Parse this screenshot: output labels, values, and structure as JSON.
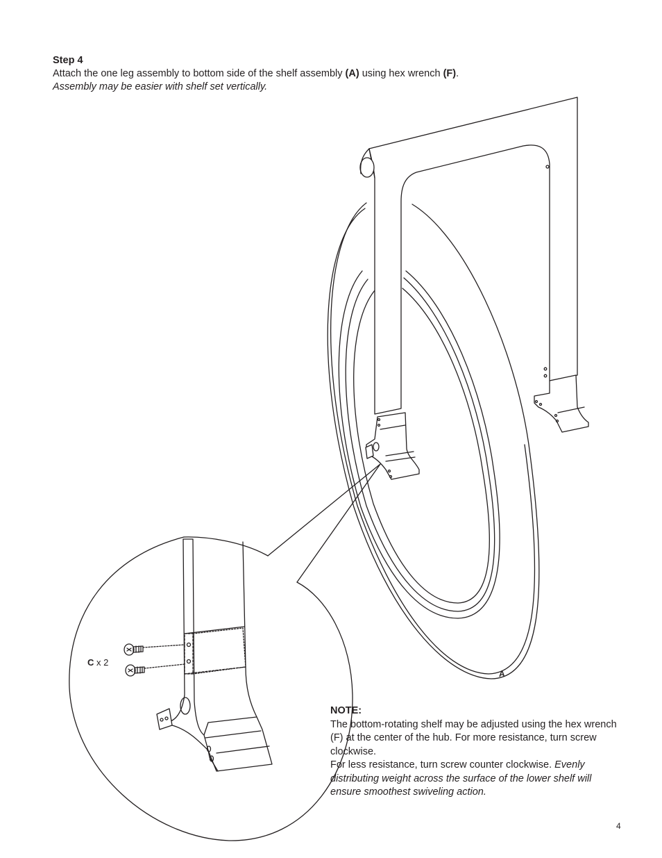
{
  "step": {
    "title": "Step 4",
    "instruction_before_a": "Attach the one leg assembly to bottom side of the shelf assembly ",
    "part_a": "(A)",
    "instruction_middle": " using hex wrench ",
    "part_f": "(F)",
    "instruction_end": ".",
    "hint": "Assembly may be easier with shelf set vertically."
  },
  "figure": {
    "part_a_label": "A",
    "screw_label_letter": "C",
    "screw_label_qty": " x 2"
  },
  "note": {
    "title": "NOTE:",
    "line1": "The bottom-rotating shelf may be adjusted using the hex wrench (F) at the center of the hub. For more resistance, turn screw clockwise.",
    "line2_plain": "For less resistance, turn screw counter clockwise. ",
    "line2_italic": "Evenly distributing weight across the surface of the lower shelf will ensure smoothest swiveling action."
  },
  "page_number": "4"
}
